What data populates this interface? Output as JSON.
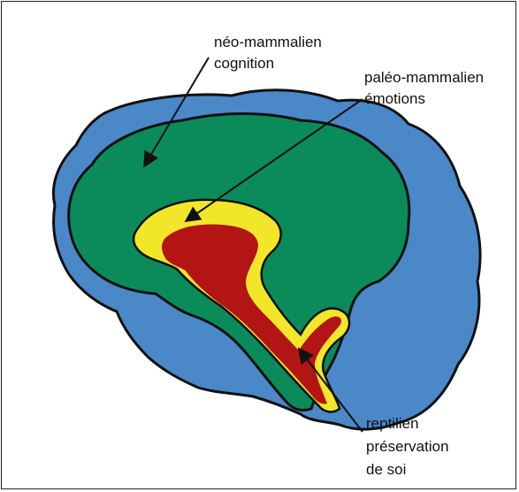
{
  "labels": {
    "neo": {
      "line1": "néo-mammalien",
      "line2": "cognition"
    },
    "paleo": {
      "line1": "paléo-mammalien",
      "line2": "émotions"
    },
    "reptilien": {
      "line1": "reptilien",
      "line2": "préservation",
      "line3": "de soi"
    }
  },
  "colors": {
    "outer_cortex": "#4a88c8",
    "neo_mammalian": "#0b8a5a",
    "paleo_mammalian": "#f2e629",
    "reptilian": "#b31414",
    "outline": "#111111"
  },
  "icons": [
    "brain-illustration",
    "arrow-pointer"
  ]
}
